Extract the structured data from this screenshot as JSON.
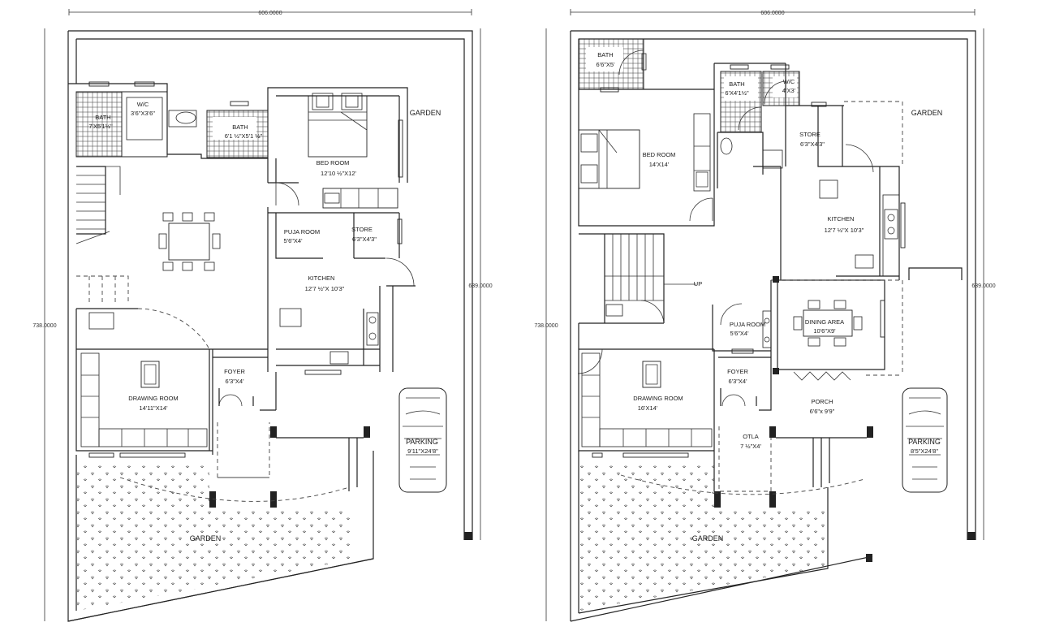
{
  "plan_left": {
    "dims": {
      "top": "606.0000",
      "left": "738.0000",
      "right": "639.0000"
    },
    "rooms": {
      "bath1": {
        "name": "BATH",
        "size": "7'X5'1½\""
      },
      "wc": {
        "name": "W/C",
        "size": "3'6\"X3'6\""
      },
      "bath2": {
        "name": "BATH",
        "size": "6'1 ½\"X5'1 ½\""
      },
      "bedroom": {
        "name": "BED ROOM",
        "size": "12'10 ½\"X12'"
      },
      "garden_right": {
        "name": "GARDEN"
      },
      "puja": {
        "name": "PUJA ROOM",
        "size": "5'6\"X4'"
      },
      "store": {
        "name": "STORE",
        "size": "6'3\"X4'3\""
      },
      "kitchen": {
        "name": "KITCHEN",
        "size": "12'7 ½\"X 10'3\""
      },
      "foyer": {
        "name": "FOYER",
        "size": "6'3\"X4'"
      },
      "drawing": {
        "name": "DRAWING ROOM",
        "size": "14'11\"X14'"
      },
      "parking": {
        "name": "PARKING",
        "size": "9'11\"X24'8\""
      },
      "garden_bottom": {
        "name": "GARDEN"
      }
    }
  },
  "plan_right": {
    "dims": {
      "top": "606.0000",
      "left": "738.0000",
      "right": "639.0000"
    },
    "rooms": {
      "bath1": {
        "name": "BATH",
        "size": "6'6\"X5'"
      },
      "bath2": {
        "name": "BATH",
        "size": "6'X4'1½\""
      },
      "wc": {
        "name": "W/C",
        "size": "4'X3'"
      },
      "garden_right": {
        "name": "GARDEN"
      },
      "store": {
        "name": "STORE",
        "size": "6'3\"X4'3\""
      },
      "bedroom": {
        "name": "BED ROOM",
        "size": "14'X14'"
      },
      "kitchen": {
        "name": "KITCHEN",
        "size": "12'7 ½\"X 10'3\""
      },
      "up": {
        "name": "UP"
      },
      "puja": {
        "name": "PUJA ROOM",
        "size": "5'6\"X4'"
      },
      "dining": {
        "name": "DINING   AREA",
        "size": "10'6\"X9'"
      },
      "foyer": {
        "name": "FOYER",
        "size": "6'3\"X4'"
      },
      "drawing": {
        "name": "DRAWING ROOM",
        "size": "16'X14'"
      },
      "porch": {
        "name": "PORCH",
        "size": "6'6\"x 9'9\""
      },
      "otla": {
        "name": "OTLA",
        "size": "7 ½\"X4'"
      },
      "parking": {
        "name": "PARKING",
        "size": "8'5\"X24'8\""
      },
      "garden_bottom": {
        "name": "GARDEN"
      }
    }
  },
  "colors": {
    "line": "#222222",
    "paper": "#ffffff"
  }
}
